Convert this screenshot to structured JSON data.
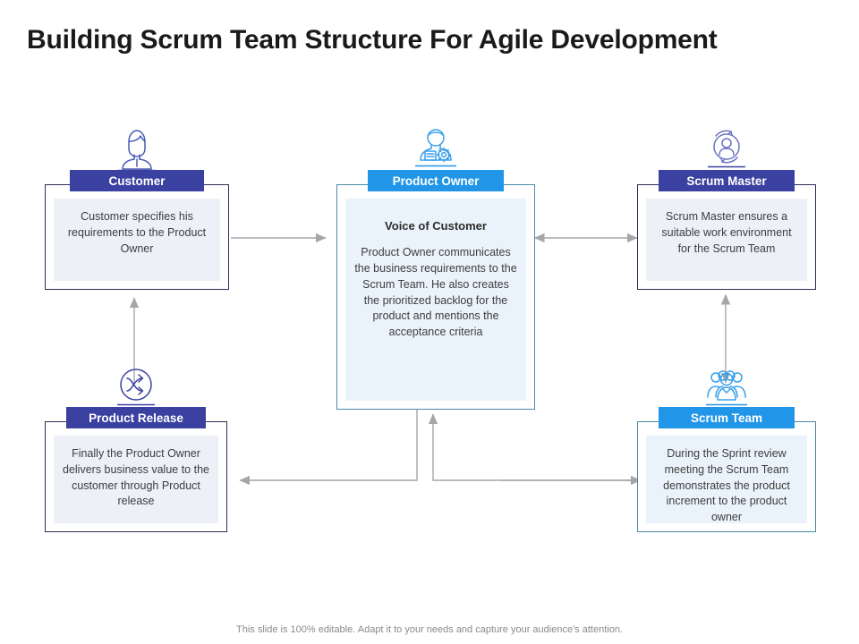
{
  "slide": {
    "title": "Building Scrum Team Structure For Agile Development",
    "footer": "This slide is 100% editable. Adapt it to your needs and capture your audience's attention."
  },
  "colors": {
    "ribbon_indigo": "#3b41a0",
    "ribbon_blue": "#2196e8",
    "panel_indigo": "#eef0f8",
    "panel_blue": "#eaf3fb",
    "border_dark": "#2b2f55",
    "border_teal": "#4c8ba5",
    "connector": "#a6a6a6",
    "title_text": "#1a1a1a",
    "footer_text": "#8a8a8a"
  },
  "nodes": {
    "customer": {
      "label": "Customer",
      "icon": "person-female-icon",
      "body": "Customer specifies his requirements to the Product Owner",
      "lead": ""
    },
    "product_owner": {
      "label": "Product Owner",
      "icon": "person-gear-icon",
      "lead": "Voice of Customer",
      "body": "Product Owner communicates the business requirements to the Scrum Team. He also creates the prioritized backlog for the product and mentions the acceptance criteria"
    },
    "scrum_master": {
      "label": "Scrum Master",
      "icon": "person-cycle-icon",
      "body": "Scrum Master ensures a suitable work environment for the Scrum Team",
      "lead": ""
    },
    "product_release": {
      "label": "Product Release",
      "icon": "shuffle-arrows-icon",
      "body": "Finally the Product Owner delivers business value to the customer through Product release",
      "lead": ""
    },
    "scrum_team": {
      "label": "Scrum Team",
      "icon": "people-group-icon",
      "body": "During the Sprint review meeting the Scrum Team demonstrates the product increment to the product owner",
      "lead": ""
    }
  },
  "connectors": [
    {
      "name": "customer-to-product-owner",
      "direction": "right"
    },
    {
      "name": "product-owner-to-scrum-master",
      "direction": "both"
    },
    {
      "name": "scrum-master-to-scrum-team",
      "direction": "both"
    },
    {
      "name": "product-release-to-customer",
      "direction": "up"
    },
    {
      "name": "product-owner-to-product-release",
      "direction": "left"
    },
    {
      "name": "scrum-team-to-product-owner",
      "direction": "up"
    }
  ]
}
